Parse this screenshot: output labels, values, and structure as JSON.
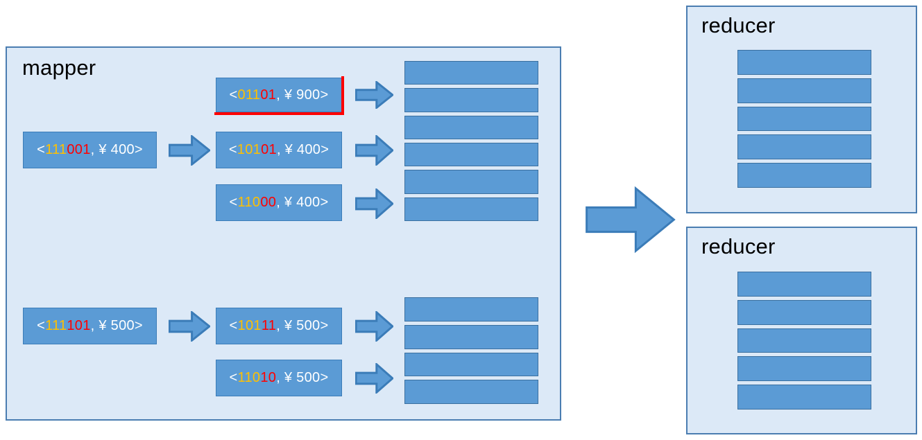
{
  "diagram": {
    "title": "MapReduce mapper to reducer data flow",
    "type": "flow-diagram"
  },
  "colors": {
    "panel_fill": "#DCE9F7",
    "panel_border": "#4A7DB1",
    "box_fill": "#5B9BD5",
    "box_border": "#3B7CB8",
    "text_white": "#FFFFFF",
    "text_orange": "#FFC000",
    "text_red": "#FF0000",
    "highlight": "#FF0000",
    "label_text": "#000000"
  },
  "mapper": {
    "label": "mapper",
    "source_records": [
      {
        "id": "kv-src-1",
        "text": "<111001, ¥ 400>",
        "tokens": [
          {
            "t": "<",
            "c": "white"
          },
          {
            "t": "111",
            "c": "orange"
          },
          {
            "t": "001",
            "c": "red"
          },
          {
            "t": ", ¥ 400>",
            "c": "white"
          }
        ]
      },
      {
        "id": "kv-src-2",
        "text": "<111101, ¥ 500>",
        "tokens": [
          {
            "t": "<",
            "c": "white"
          },
          {
            "t": "111",
            "c": "orange"
          },
          {
            "t": "101",
            "c": "red"
          },
          {
            "t": ", ¥ 500>",
            "c": "white"
          }
        ]
      }
    ],
    "emitted_records": [
      {
        "id": "kv-mid-1",
        "text": "<01101, ¥ 900>",
        "highlighted": true,
        "tokens": [
          {
            "t": "<",
            "c": "white"
          },
          {
            "t": "011",
            "c": "orange"
          },
          {
            "t": "01",
            "c": "red"
          },
          {
            "t": ", ¥ 900>",
            "c": "white"
          }
        ]
      },
      {
        "id": "kv-mid-2",
        "text": "<10101, ¥ 400>",
        "highlighted": false,
        "tokens": [
          {
            "t": "<",
            "c": "white"
          },
          {
            "t": "101",
            "c": "orange"
          },
          {
            "t": "01",
            "c": "red"
          },
          {
            "t": ", ¥ 400>",
            "c": "white"
          }
        ]
      },
      {
        "id": "kv-mid-3",
        "text": "<11000, ¥ 400>",
        "highlighted": false,
        "tokens": [
          {
            "t": "<",
            "c": "white"
          },
          {
            "t": "110",
            "c": "orange"
          },
          {
            "t": "00",
            "c": "red"
          },
          {
            "t": ", ¥ 400>",
            "c": "white"
          }
        ]
      },
      {
        "id": "kv-mid-4",
        "text": "<10111, ¥ 500>",
        "highlighted": false,
        "tokens": [
          {
            "t": "<",
            "c": "white"
          },
          {
            "t": "101",
            "c": "orange"
          },
          {
            "t": "11",
            "c": "red"
          },
          {
            "t": ", ¥ 500>",
            "c": "white"
          }
        ]
      },
      {
        "id": "kv-mid-5",
        "text": "<11010, ¥ 500>",
        "highlighted": false,
        "tokens": [
          {
            "t": "<",
            "c": "white"
          },
          {
            "t": "110",
            "c": "orange"
          },
          {
            "t": "10",
            "c": "red"
          },
          {
            "t": ", ¥ 500>",
            "c": "white"
          }
        ]
      }
    ],
    "output_stacks": [
      {
        "id": "bar-stack-top",
        "bar_count": 6
      },
      {
        "id": "bar-stack-bottom",
        "bar_count": 4
      }
    ]
  },
  "reducers": [
    {
      "id": "reducer-panel-1",
      "label": "reducer",
      "bar_count": 5
    },
    {
      "id": "reducer-panel-2",
      "label": "reducer",
      "bar_count": 5
    }
  ],
  "arrows": {
    "small_count": 7,
    "big_count": 1,
    "direction": "right"
  }
}
